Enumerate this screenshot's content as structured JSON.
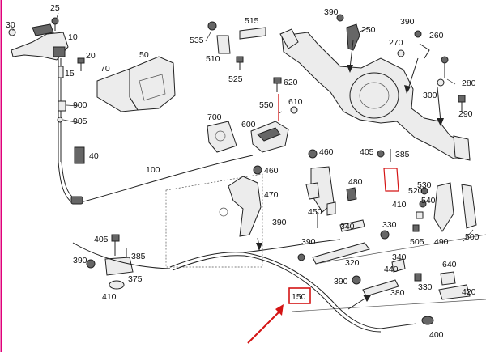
{
  "diagram": {
    "callouts": [
      "25",
      "30",
      "10",
      "15",
      "20",
      "70",
      "50",
      "900",
      "905",
      "40",
      "100",
      "515",
      "535",
      "510",
      "525",
      "620",
      "550",
      "610",
      "700",
      "600",
      "390",
      "250",
      "270",
      "260",
      "280",
      "300",
      "290",
      "460",
      "405",
      "385",
      "480",
      "410",
      "470",
      "450",
      "520",
      "530",
      "540",
      "490",
      "500",
      "340",
      "330",
      "505",
      "320",
      "380",
      "440",
      "405",
      "385",
      "390",
      "375",
      "410",
      "150",
      "420",
      "640",
      "400"
    ],
    "highlight": {
      "label": "150",
      "color": "#d41414"
    },
    "accent_color": "#e0007a"
  }
}
